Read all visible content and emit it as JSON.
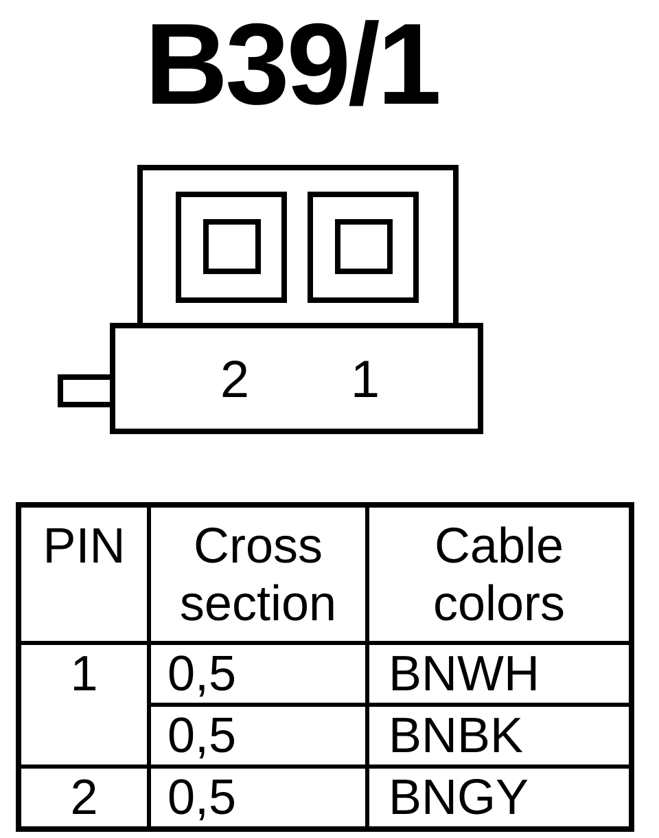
{
  "diagram": {
    "title": "B39/1",
    "connector": {
      "pins": [
        {
          "label": "2"
        },
        {
          "label": "1"
        }
      ]
    }
  },
  "table": {
    "headers": {
      "pin": "PIN",
      "cross_section": [
        "Cross",
        "section"
      ],
      "cable_colors": [
        "Cable",
        "colors"
      ]
    },
    "rows": [
      {
        "pin": "1",
        "wires": [
          {
            "cross_section": "0,5",
            "color": "BNWH"
          },
          {
            "cross_section": "0,5",
            "color": "BNBK"
          }
        ]
      },
      {
        "pin": "2",
        "wires": [
          {
            "cross_section": "0,5",
            "color": "BNGY"
          }
        ]
      }
    ]
  },
  "colors": {
    "ink": "#000000",
    "background": "#ffffff"
  }
}
